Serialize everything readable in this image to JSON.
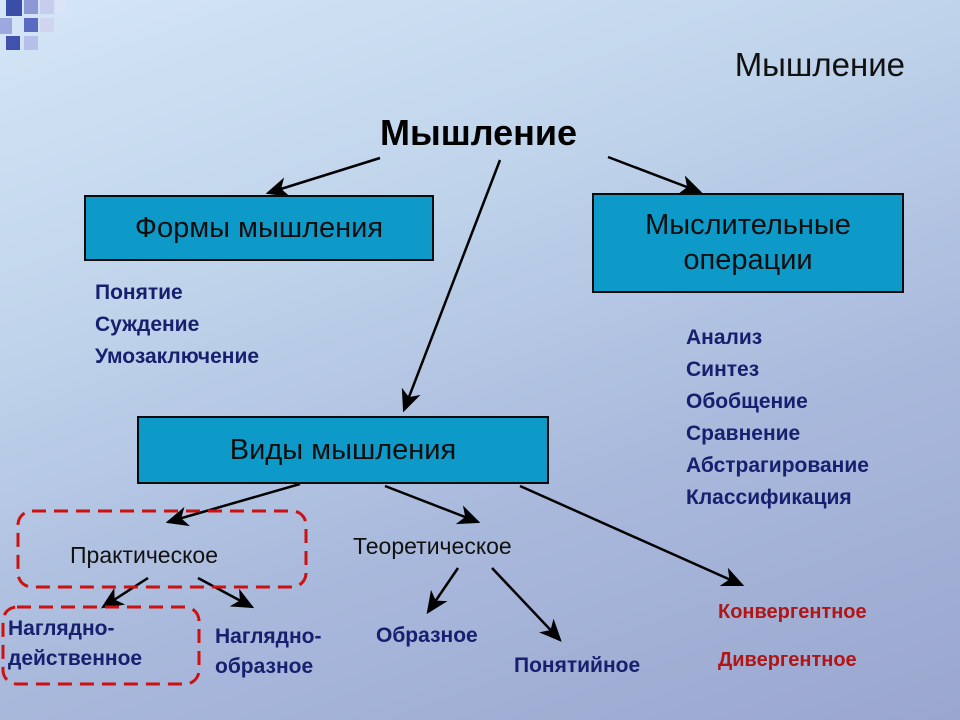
{
  "title_top_right": "Мышление",
  "root": "Мышление",
  "forms_box": "Формы мышления",
  "operations_box": {
    "line1": "Мыслительные",
    "line2": "операции"
  },
  "forms_items": [
    "Понятие",
    "Суждение",
    "Умозаключение"
  ],
  "operations_items": [
    "Анализ",
    "Синтез",
    "Обобщение",
    "Сравнение",
    "Абстрагирование",
    "Классификация"
  ],
  "types_box": "Виды мышления",
  "practical": "Практическое",
  "theoretical": "Теоретическое",
  "visual_action": {
    "line1": "Наглядно-",
    "line2": "действенное"
  },
  "visual_figurative": {
    "line1": "Наглядно-",
    "line2": "образное"
  },
  "figurative": "Образное",
  "conceptual": "Понятийное",
  "convergent": "Конвергентное",
  "divergent": "Дивергентное",
  "colors": {
    "box_fill": "#0d9ac8",
    "list_text": "#16206e",
    "red_text": "#b01616",
    "dashed_frame": "#cc1111"
  }
}
